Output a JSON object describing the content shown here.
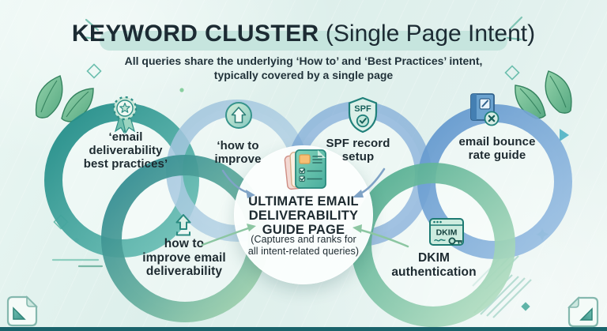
{
  "header": {
    "title_main": "KEYWORD CLUSTER",
    "title_suffix": " (Single Page Intent)",
    "subtitle": "All queries share the underlying ‘How to’ and ‘Best Practices’ intent,\ntypically covered by a single page"
  },
  "clusters": [
    {
      "id": "email-best-practices",
      "icon": "award-badge-icon",
      "label": "‘email\ndeliverability\nbest practices’"
    },
    {
      "id": "how-to-improve",
      "icon": "arrow-up-circle-icon",
      "label": "‘how to\nimprove"
    },
    {
      "id": "spf-record-setup",
      "icon": "spf-shield-icon",
      "icon_text": "SPF",
      "label": "SPF record\nsetup"
    },
    {
      "id": "email-bounce-rate",
      "icon": "book-error-icon",
      "label": "email bounce\nrate guide"
    },
    {
      "id": "improve-deliverability",
      "icon": "arrow-up-bracket-icon",
      "label": "how to\nimprove email\ndeliverability"
    },
    {
      "id": "dkim-authentication",
      "icon": "dkim-window-icon",
      "icon_text": "DKIM",
      "label": "DKIM\nauthentication"
    }
  ],
  "center": {
    "icon": "document-stack-icon",
    "title": "ULTIMATE EMAIL\nDELIVERABILITY\nGUIDE PAGE",
    "note": "(Captures and ranks for\nall intent-related queries)"
  },
  "colors": {
    "background": "#e3f1ed",
    "title_text": "#1c2b33",
    "title_highlight": "#c6e5de",
    "ring_teal": "#2a9a93",
    "ring_light_blue": "#a9c6e3",
    "ring_blue": "#6d9ed3",
    "ring_steel_blue": "#76a5d4",
    "ring_teal_green_gradient": "#27858e-#a8d6af",
    "ring_green_gradient": "#4aa98c-#bce2c6",
    "center_fill": "#fbfdfc",
    "arrow_blue": "#7fa3c6",
    "arrow_green": "#8cc6a2",
    "bottom_bar": "#1a636b",
    "leaf_green": "#6fbe93"
  }
}
